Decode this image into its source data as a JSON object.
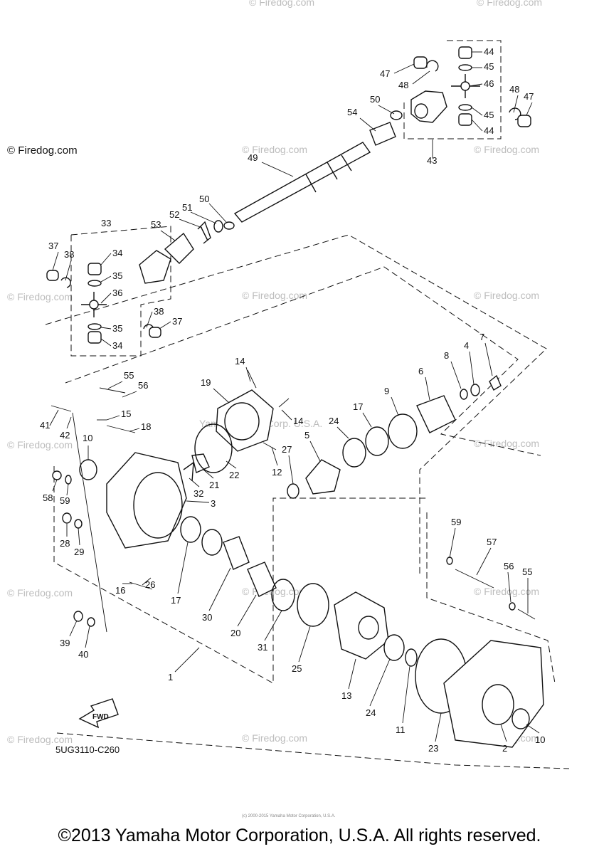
{
  "diagram": {
    "watermark_main": "© Firedog.com",
    "watermark_faint": "© Firedog.com",
    "center_watermark": "Yamaha Motor Corp. U.S.A.",
    "diagram_code": "5UG3110-C260",
    "fwd_label": "FWD",
    "tiny_notice": "(c) 2000-2015 Yamaha Motor Corporation, U.S.A.",
    "copyright": "©2013 Yamaha Motor Corporation, U.S.A. All rights reserved.",
    "callouts": [
      "44",
      "45",
      "46",
      "45",
      "44",
      "47",
      "48",
      "48",
      "47",
      "50",
      "54",
      "43",
      "49",
      "50",
      "51",
      "52",
      "53",
      "33",
      "37",
      "38",
      "34",
      "35",
      "36",
      "38",
      "37",
      "35",
      "34",
      "14",
      "19",
      "55",
      "56",
      "15",
      "41",
      "42",
      "18",
      "10",
      "14",
      "17",
      "9",
      "8",
      "4",
      "7",
      "6",
      "24",
      "5",
      "27",
      "12",
      "22",
      "21",
      "32",
      "3",
      "58",
      "59",
      "28",
      "29",
      "26",
      "17",
      "30",
      "16",
      "20",
      "31",
      "25",
      "13",
      "59",
      "57",
      "56",
      "55",
      "39",
      "40",
      "1",
      "24",
      "11",
      "23",
      "2",
      "10"
    ]
  }
}
